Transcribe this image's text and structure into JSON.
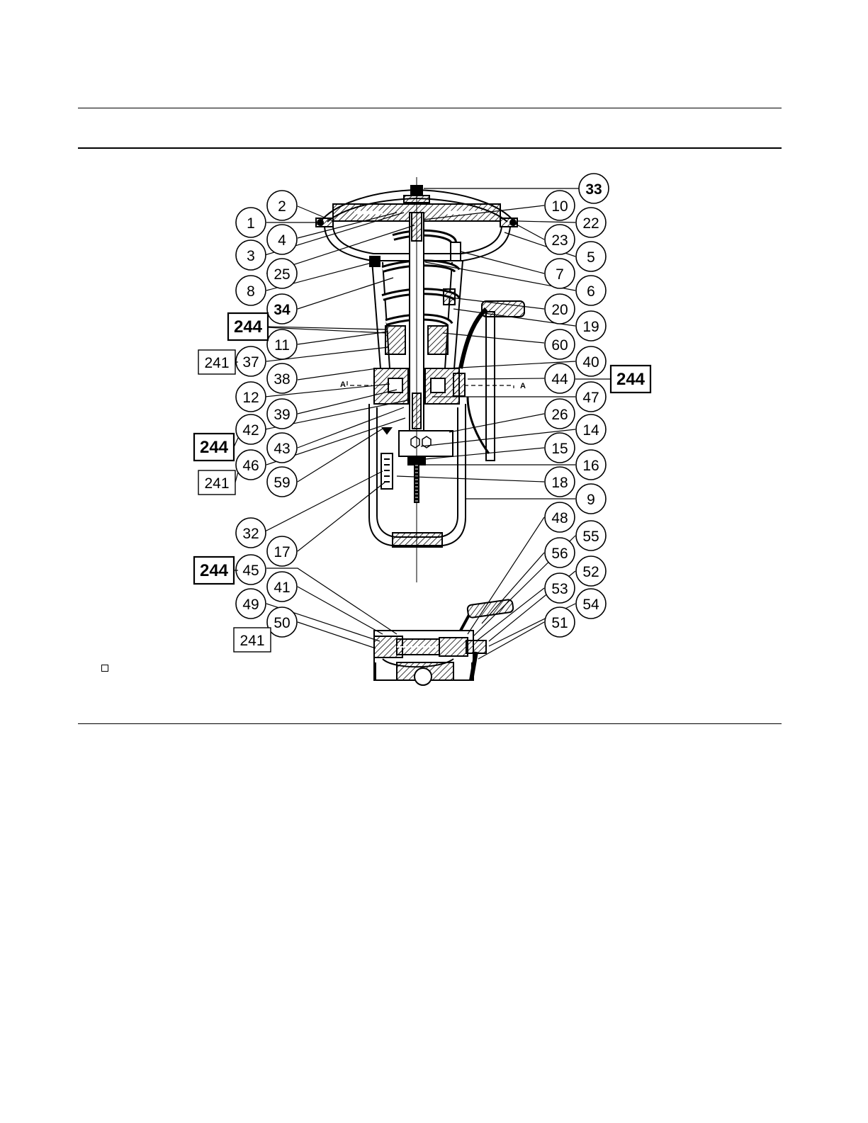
{
  "section_marks": {
    "left": "A",
    "right": "A"
  },
  "callouts": [
    {
      "id": "c33",
      "label": "33"
    },
    {
      "id": "c2",
      "label": "2"
    },
    {
      "id": "c10",
      "label": "10"
    },
    {
      "id": "c1",
      "label": "1"
    },
    {
      "id": "c22",
      "label": "22"
    },
    {
      "id": "c4",
      "label": "4"
    },
    {
      "id": "c23",
      "label": "23"
    },
    {
      "id": "c3",
      "label": "3"
    },
    {
      "id": "c5",
      "label": "5"
    },
    {
      "id": "c25",
      "label": "25"
    },
    {
      "id": "c7",
      "label": "7"
    },
    {
      "id": "c8",
      "label": "8"
    },
    {
      "id": "c6",
      "label": "6"
    },
    {
      "id": "c34",
      "label": "34"
    },
    {
      "id": "c20",
      "label": "20"
    },
    {
      "id": "c19",
      "label": "19"
    },
    {
      "id": "c11",
      "label": "11"
    },
    {
      "id": "c60",
      "label": "60"
    },
    {
      "id": "c37",
      "label": "37"
    },
    {
      "id": "c38",
      "label": "38"
    },
    {
      "id": "c40",
      "label": "40"
    },
    {
      "id": "c12",
      "label": "12"
    },
    {
      "id": "c44",
      "label": "44"
    },
    {
      "id": "c39",
      "label": "39"
    },
    {
      "id": "c47",
      "label": "47"
    },
    {
      "id": "c26",
      "label": "26"
    },
    {
      "id": "c42",
      "label": "42"
    },
    {
      "id": "c14",
      "label": "14"
    },
    {
      "id": "c43",
      "label": "43"
    },
    {
      "id": "c15",
      "label": "15"
    },
    {
      "id": "c46",
      "label": "46"
    },
    {
      "id": "c16",
      "label": "16"
    },
    {
      "id": "c59",
      "label": "59"
    },
    {
      "id": "c18",
      "label": "18"
    },
    {
      "id": "c9",
      "label": "9"
    },
    {
      "id": "c48",
      "label": "48"
    },
    {
      "id": "c32",
      "label": "32"
    },
    {
      "id": "c55",
      "label": "55"
    },
    {
      "id": "c17",
      "label": "17"
    },
    {
      "id": "c56",
      "label": "56"
    },
    {
      "id": "c45",
      "label": "45"
    },
    {
      "id": "c52",
      "label": "52"
    },
    {
      "id": "c41",
      "label": "41"
    },
    {
      "id": "c53",
      "label": "53"
    },
    {
      "id": "c49",
      "label": "49"
    },
    {
      "id": "c54",
      "label": "54"
    },
    {
      "id": "c50",
      "label": "50"
    },
    {
      "id": "c51",
      "label": "51"
    }
  ],
  "ref_boxes": [
    {
      "id": "r244a",
      "label": "244",
      "bold": true
    },
    {
      "id": "r241a",
      "label": "241",
      "bold": false
    },
    {
      "id": "r244b",
      "label": "244",
      "bold": true
    },
    {
      "id": "r244c",
      "label": "244",
      "bold": true
    },
    {
      "id": "r241b",
      "label": "241",
      "bold": false
    },
    {
      "id": "r244d",
      "label": "244",
      "bold": true
    },
    {
      "id": "r241c",
      "label": "241",
      "bold": false
    }
  ]
}
